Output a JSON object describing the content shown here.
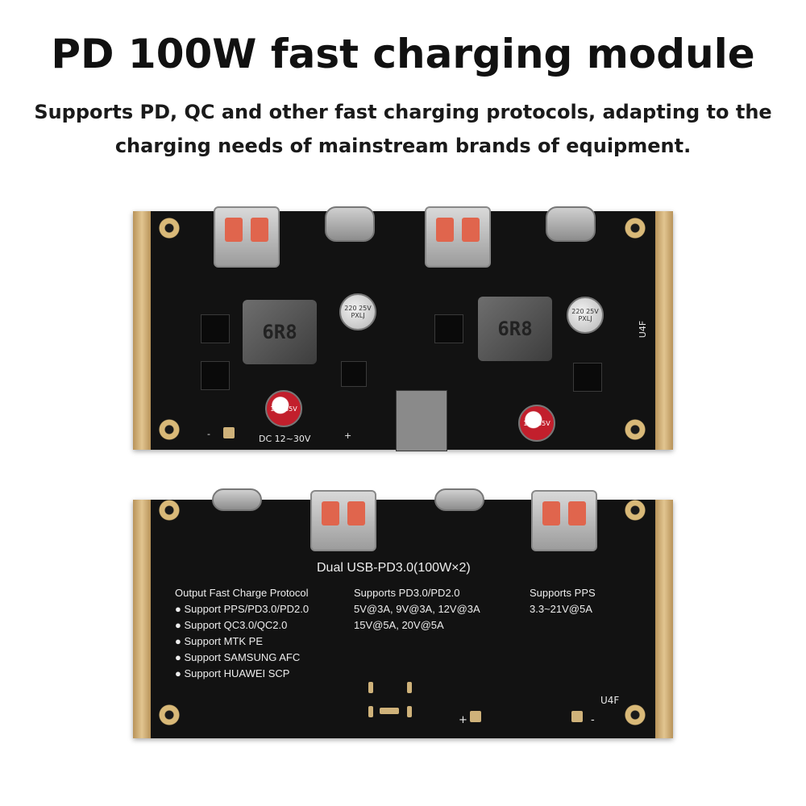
{
  "title": "PD 100W fast charging module",
  "subtitle": "Supports PD, QC and other fast charging protocols, adapting to the charging needs of mainstream brands of equipment.",
  "top_board": {
    "inductor_left": "6R8",
    "inductor_right": "6R8",
    "cap_small_left": "220 25V PXLJ",
    "cap_small_right": "220 25V PXLJ",
    "cap_big_left": "100 35V",
    "cap_big_right": "100 35V",
    "dc_label": "DC 12~30V",
    "minus_label": "-",
    "plus_label": "+",
    "board_id": "U4F"
  },
  "bottom_board": {
    "heading": "Dual USB-PD3.0(100W×2)",
    "protocol_title": "Output Fast Charge Protocol",
    "protocols": [
      "● Support PPS/PD3.0/PD2.0",
      "● Support QC3.0/QC2.0",
      "● Support MTK PE",
      "● Support SAMSUNG AFC",
      "● Support HUAWEI SCP"
    ],
    "pd_title": "Supports PD3.0/PD2.0",
    "pd_lines": [
      "5V@3A, 9V@3A, 12V@3A",
      "15V@5A, 20V@5A"
    ],
    "pps_title": "Supports PPS",
    "pps_line": "3.3~21V@5A",
    "board_id": "U4F",
    "plus_label": "+",
    "minus_label": "-"
  }
}
